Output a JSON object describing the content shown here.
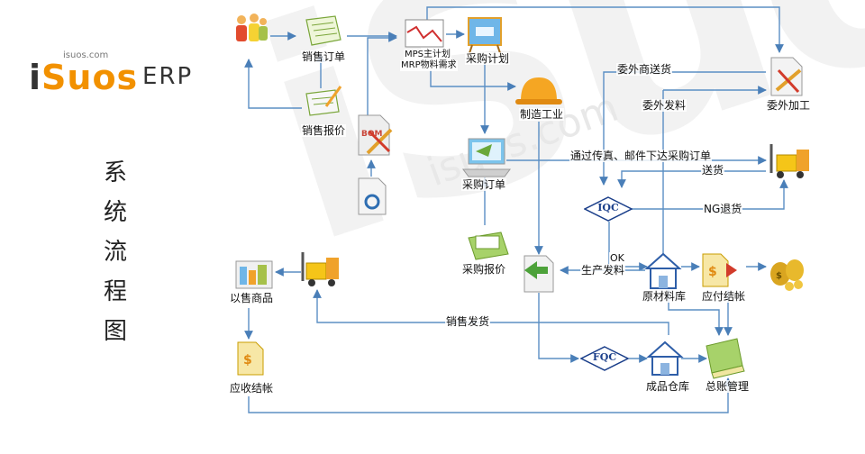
{
  "logo": {
    "url": "isuos.com",
    "brand_i": "i",
    "brand_suos": "Suos",
    "erp": "ERP"
  },
  "vertical_title": [
    "系",
    "统",
    "流",
    "程",
    "图"
  ],
  "watermark": "iSuos",
  "watermark_url": "isuos.com",
  "nodes": {
    "sales_order": "销售订单",
    "sales_quote": "销售报价",
    "mps": "MPS主计划",
    "mrp": "MRP物料需求",
    "purchase_plan": "采购计划",
    "manufacturing": "制造工业",
    "outsource_processing": "委外加工",
    "purchase_order": "采购订单",
    "purchase_quote": "采购报价",
    "raw_material_store": "原材料库",
    "payable_settlement": "应付结帐",
    "sold_goods": "以售商品",
    "receivable_settlement": "应收结帐",
    "finished_goods_store": "成品仓库",
    "general_ledger": "总账管理",
    "bom": "BOM"
  },
  "edges": {
    "outsource_delivery": "委外商送货",
    "outsource_material": "委外发料",
    "send_po_fax": "通过传真、邮件下达采购订单",
    "deliver": "送货",
    "ng_return": "NG退货",
    "ok": "OK",
    "production_issue": "生产发料",
    "sales_delivery": "销售发货"
  },
  "qc": {
    "iqc": "IQC",
    "fqc": "FQC"
  },
  "colors": {
    "line": "#5b8fc4",
    "arrow": "#4a7fb8",
    "diamond_border": "#1b3f8a",
    "accent": "#f29100"
  }
}
